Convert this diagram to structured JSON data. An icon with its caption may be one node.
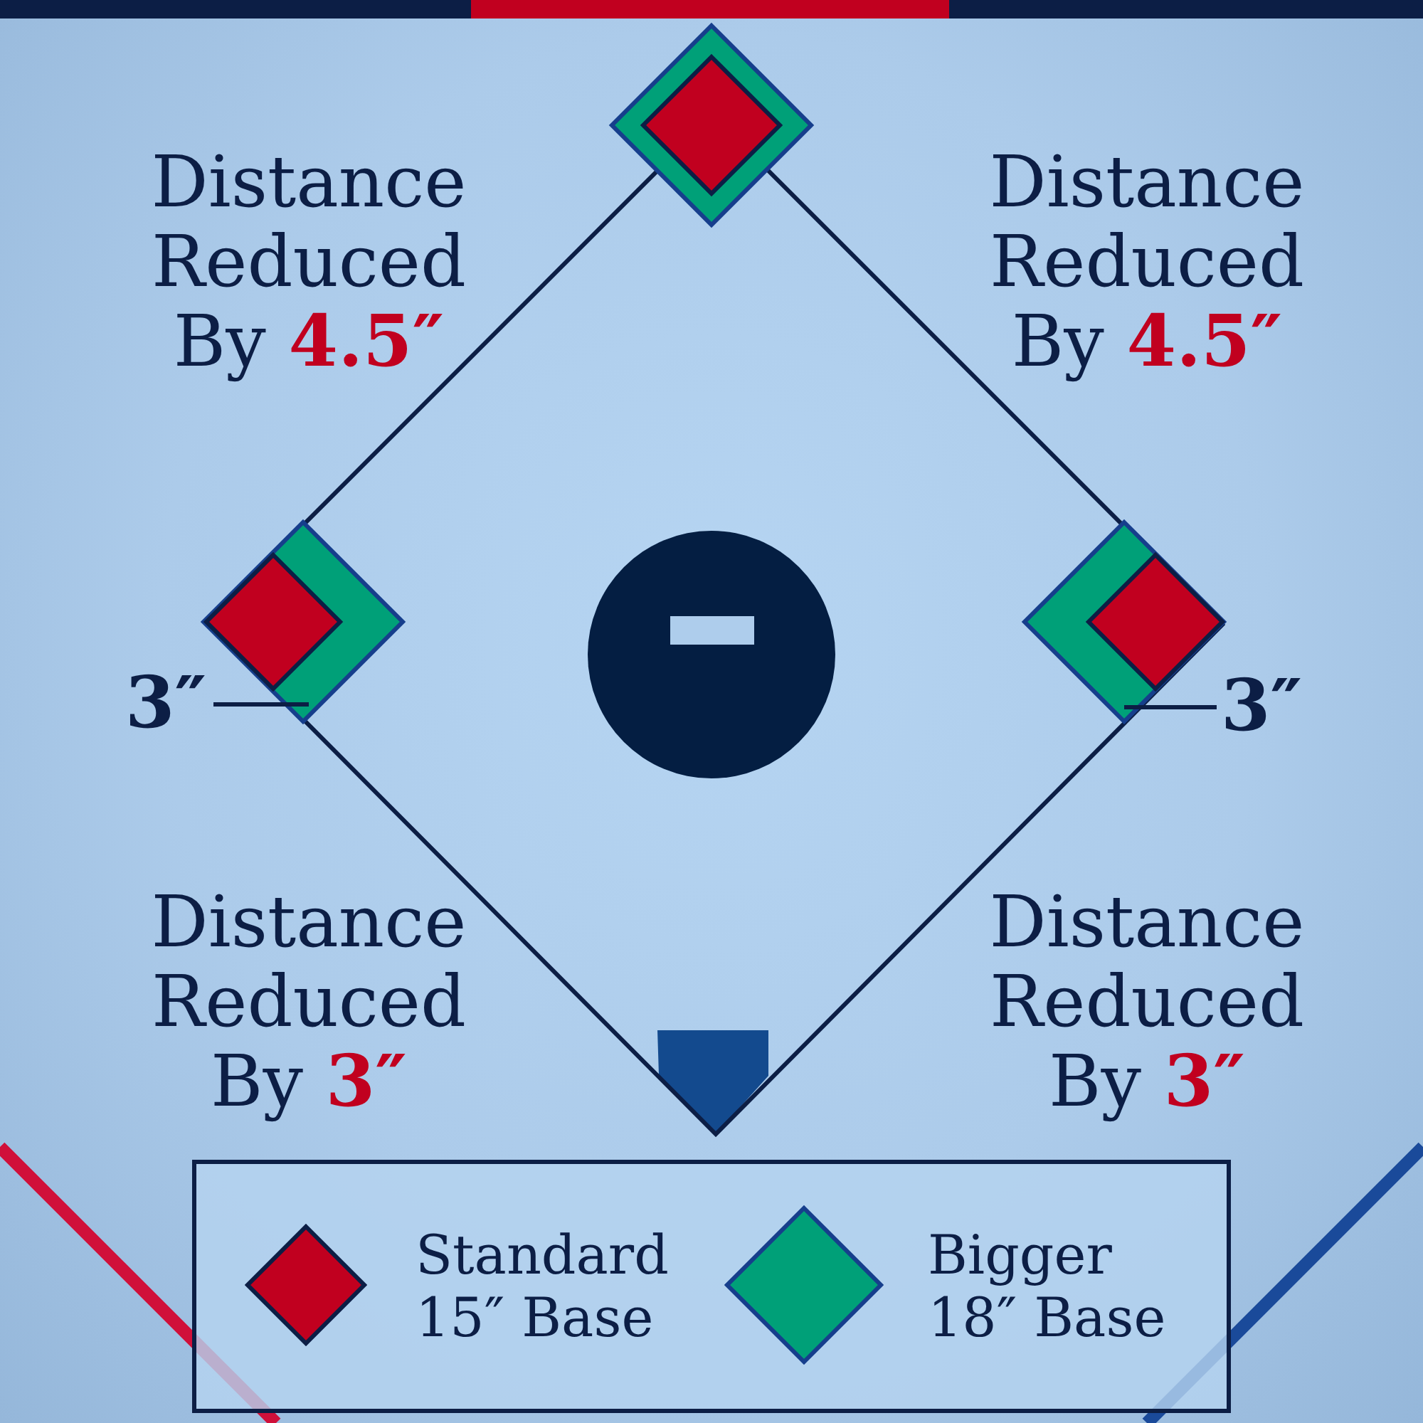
{
  "diagram": {
    "labels": [
      "Distance Reduced By **4.5″**",
      "Distance Reduced By **4.5″**",
      "3″",
      "3″",
      "Distance Reduced By **3″**",
      "Distance Reduced By **3″**"
    ],
    "legend": [
      {
        "text": "Standard 15″ Base",
        "color": "#c1001f"
      },
      {
        "text": "Bigger 18″ Base",
        "color": "#00a078"
      }
    ]
  }
}
